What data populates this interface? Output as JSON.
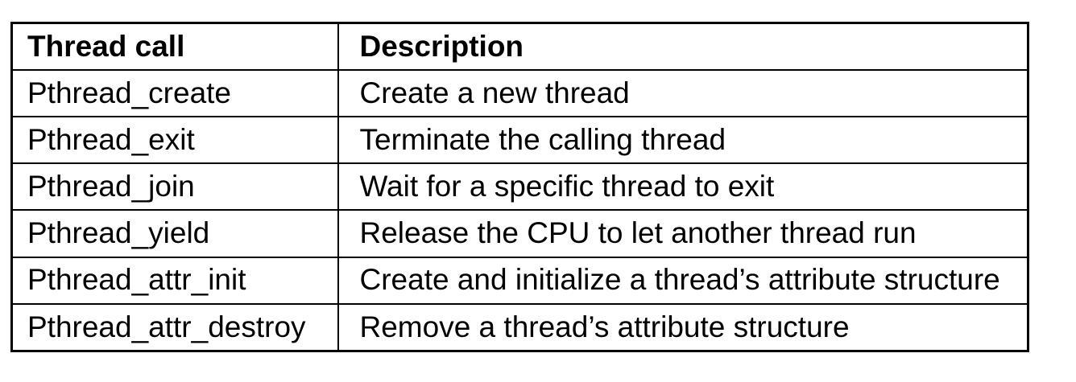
{
  "colors": {
    "background": "#ffffff",
    "border": "#000000",
    "text": "#000000"
  },
  "table": {
    "columns": [
      {
        "label": "Thread call"
      },
      {
        "label": "Description"
      }
    ],
    "rows": [
      {
        "call": "Pthread_create",
        "description": "Create a new thread"
      },
      {
        "call": "Pthread_exit",
        "description": "Terminate the calling thread"
      },
      {
        "call": "Pthread_join",
        "description": "Wait for a specific thread to exit"
      },
      {
        "call": "Pthread_yield",
        "description": "Release the CPU to let another thread run"
      },
      {
        "call": "Pthread_attr_init",
        "description": "Create and initialize a thread’s attribute structure"
      },
      {
        "call": "Pthread_attr_destroy",
        "description": "Remove a thread’s attribute structure"
      }
    ]
  }
}
